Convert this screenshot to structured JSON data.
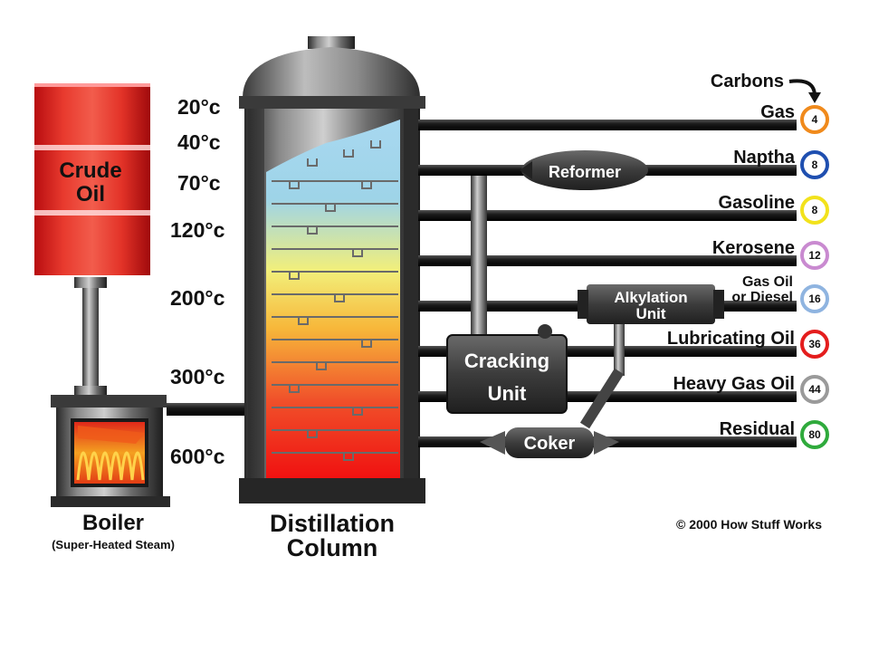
{
  "crude_oil": {
    "label_line1": "Crude",
    "label_line2": "Oil"
  },
  "boiler": {
    "label": "Boiler",
    "sublabel": "(Super-Heated Steam)"
  },
  "column": {
    "label_line1": "Distillation",
    "label_line2": "Column"
  },
  "temperatures": [
    "20°c",
    "40°c",
    "70°c",
    "120°c",
    "200°c",
    "300°c",
    "600°c"
  ],
  "carbons_label": "Carbons",
  "products": [
    {
      "name": "Gas",
      "carbons": "4",
      "color": "#f08a1c"
    },
    {
      "name": "Naptha",
      "carbons": "8",
      "color": "#1f4fb0"
    },
    {
      "name": "Gasoline",
      "carbons": "8",
      "color": "#f2e21c"
    },
    {
      "name": "Kerosene",
      "carbons": "12",
      "color": "#c98ad0"
    },
    {
      "name_line1": "Gas Oil",
      "name_line2": "or Diesel",
      "carbons": "16",
      "color": "#8fb4e0"
    },
    {
      "name": "Lubricating Oil",
      "carbons": "36",
      "color": "#e41d1d"
    },
    {
      "name": "Heavy Gas Oil",
      "carbons": "44",
      "color": "#9a9a9a"
    },
    {
      "name": "Residual",
      "carbons": "80",
      "color": "#2faa3c"
    }
  ],
  "units": {
    "reformer": "Reformer",
    "alkylation_line1": "Alkylation",
    "alkylation_line2": "Unit",
    "cracking_line1": "Cracking",
    "cracking_line2": "Unit",
    "coker": "Coker"
  },
  "copyright": "© 2000 How Stuff Works"
}
